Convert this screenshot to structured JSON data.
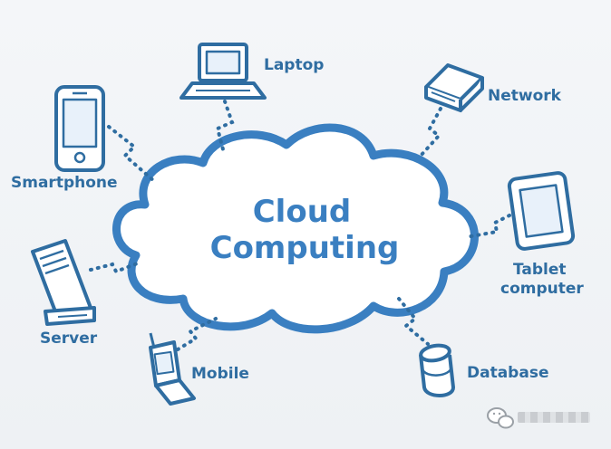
{
  "diagram": {
    "center": {
      "line1": "Cloud",
      "line2": "Computing"
    },
    "nodes": {
      "laptop": "Laptop",
      "network": "Network",
      "smartphone": "Smartphone",
      "tablet": {
        "line1": "Tablet",
        "line2": "computer"
      },
      "server": "Server",
      "mobile": "Mobile",
      "database": "Database"
    },
    "icons": {
      "laptop": "laptop-icon",
      "network": "network-device-icon",
      "smartphone": "smartphone-icon",
      "tablet": "tablet-icon",
      "server": "server-icon",
      "mobile": "flip-phone-icon",
      "database": "database-icon",
      "watermark": "wechat-icon"
    },
    "colors": {
      "accent": "#3a7fc1",
      "label": "#2f6da1",
      "fill": "#ffffff",
      "background": "#f1f3f6"
    }
  }
}
